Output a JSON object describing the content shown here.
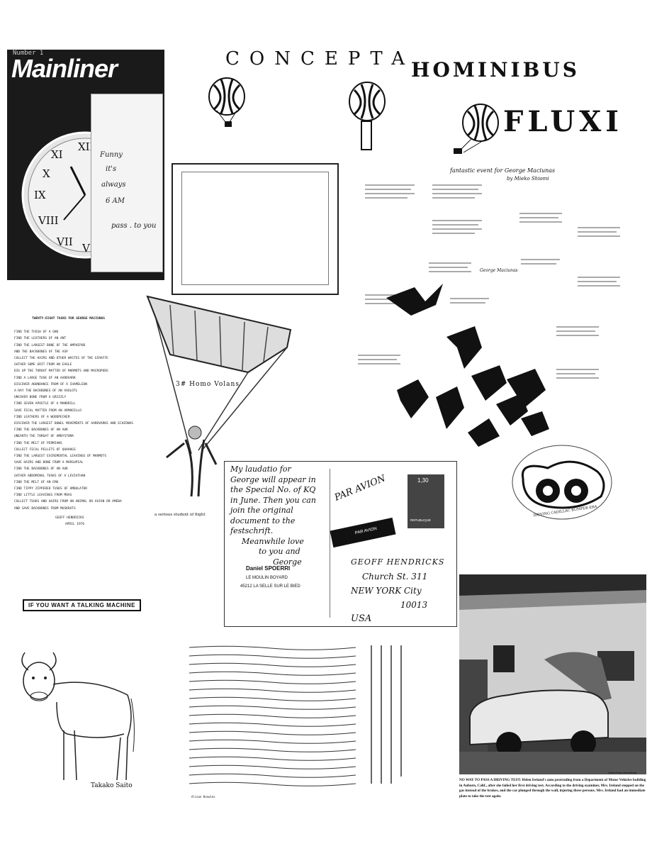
{
  "mainliner": {
    "issue_label": "Number 1",
    "title": "Mainliner",
    "note_line1": "Funny",
    "note_line2": "it's",
    "note_line3": "always",
    "note_line4": "6 AM",
    "note_line5": "pass . to you"
  },
  "header": {
    "word1": "CONCEPTA",
    "word2": "HOMINIBUS",
    "word3": "FLUXI"
  },
  "fantastic_event": {
    "title": "fantastic event for George Maciunas",
    "byline": "by Mieko Shiomi",
    "caption_george": "George Maciunas"
  },
  "parachute": {
    "label": "3# Homo Volans",
    "caption": "a serious student of flight"
  },
  "tasks": {
    "title": "TWENTY-EIGHT TASKS FOR GEORGE MACIUNAS",
    "lines": [
      "FIND THE THIGH OF A GNU",
      "FIND THE LEATHERS OF AN ANT",
      "FIND THE LARGEST BONE OF THE AMPHIPOD",
      "AND THE BACKBONES OF THE ASP",
      "COLLECT THE HAIRS AND OTHER WASTES OF THE GIRAFFE",
      "GATHER SOME GRIT FROM AN EAGLE",
      "DIG UP THE THROAT MATTER OF MARMOTS AND MACROPODS",
      "FIND A LARGE TUSK OF AN AARDVARK",
      "DISCOVER ABUNDANCE FROM OF A CHAMELEON",
      "X-RAY THE BACKBONES OF AN AXOLOTL",
      "UNCOVER BONE FROM A GRIZZLY",
      "FIND SEVEN APOSTLE OF A MANDRILL",
      "SAVE FECAL MATTER FROM AN ARMADILLO",
      "FIND LEATHERS OF A WOODPECKER",
      "DISCOVER THE LARGEST BOWEL MOVEMENTS OF AARDVARKS AND ECHIDNAS",
      "FIND THE BACKBONES OF AN AUK",
      "UNEARTH THE THROAT OF AMBYSTOMA",
      "FIND THE MELT OF PERMIANS",
      "COLLECT FECAL PELLETS OF QUAHOGS",
      "FIND THE LARGEST EXCREMENTAL LEAVINGS OF MARMOTS",
      "SAVE HAIRS AND BONE FROM A MARSUPIAL",
      "FIND THE BACKBONES OF AN AUK",
      "GATHER ABDOMINAL TUSKS OF A LEVIATHAN",
      "FIND THE MELT OF AN EMU",
      "FIND TIPPY ZIPPERED TUSKS OF AMBULATOR",
      "FIND LITTLE LEAVINGS FROM MOAS",
      "COLLECT TUSKS AND HAIRS FROM AN ANIMAL OR AVIAN OR AMEBA",
      "AND SAVE BACKBONES FROM MUSKRATS"
    ],
    "signature": "GEOFF HENDRICKS",
    "date": "APRIL 1976"
  },
  "postcard": {
    "message_lines": [
      "My laudatio for",
      "George will appear in",
      "the Special No. of KQ",
      "in June. Then you can",
      "join the original",
      "document to the",
      "festschrift.",
      "Meanwhile love",
      "to you and",
      "George"
    ],
    "sender_name": "Daniel SPOERRI",
    "sender_line2": "LE MOULIN BOYARD",
    "sender_line3": "45212 LA SELLE SUR LE BIED",
    "par_avion": "PAR AVION",
    "sticker": "PAR AVION",
    "stamp_value": "1,30",
    "stamp_country": "REPUBLIQUE",
    "address_lines": [
      "GEOFF HENDRICKS",
      "Church St. 311",
      "NEW YORK City",
      "10013",
      "USA"
    ]
  },
  "talking_machine": "IF YOU WANT A TALKING MACHINE",
  "takako": {
    "signature": "Takako Saito"
  },
  "letters": {
    "credit": "Alison Knowles"
  },
  "news_photo": {
    "credit": "United Press International",
    "caption": "NO WAY TO PASS A DRIVING TEST: Helen Ireland's auto protruding from a Department of Motor Vehicles building in Auburn, Calif., after she failed her first driving test. According to the driving examiner, Mrs. Ireland stepped on the gas instead of the brakes, and the car plunged through the wall, injuring three persons. Mrs. Ireland had an immediate plate to take the test again."
  },
  "balloon_stamp": {
    "text": "DRIVING CADILLAC BUMPER ERA"
  }
}
